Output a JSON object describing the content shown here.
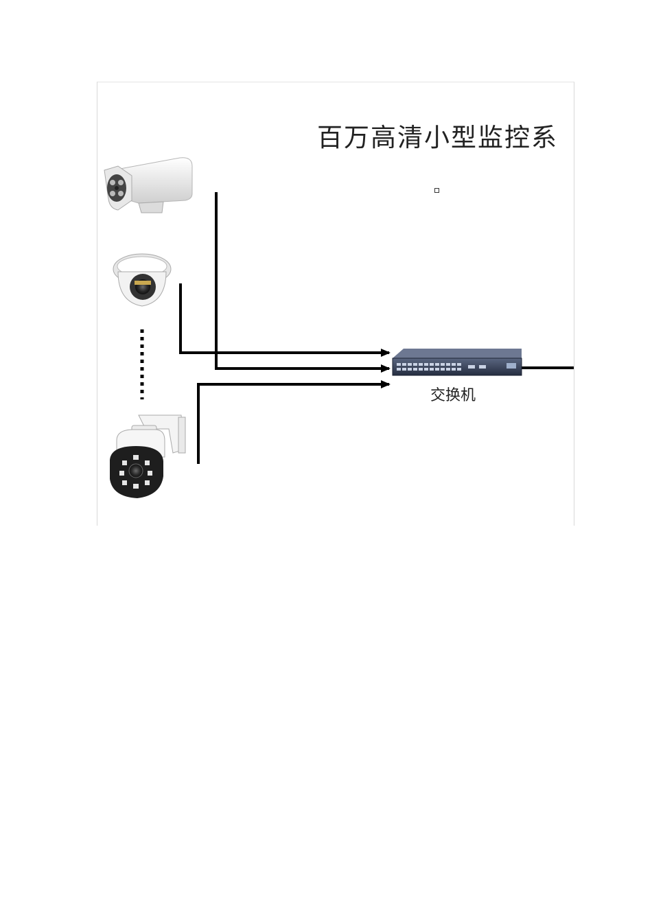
{
  "diagram": {
    "title": "百万高清小型监控系",
    "switch_label": "交换机"
  },
  "nodes": [
    {
      "id": "bullet-camera",
      "icon": "bullet-camera-icon"
    },
    {
      "id": "dome-camera",
      "icon": "dome-camera-icon"
    },
    {
      "id": "ptz-camera",
      "icon": "ptz-camera-icon"
    },
    {
      "id": "network-switch",
      "icon": "network-switch-icon"
    }
  ],
  "colors": {
    "line": "#000000",
    "switch_body": "#2f3a52",
    "camera_body": "#eeeeee"
  }
}
